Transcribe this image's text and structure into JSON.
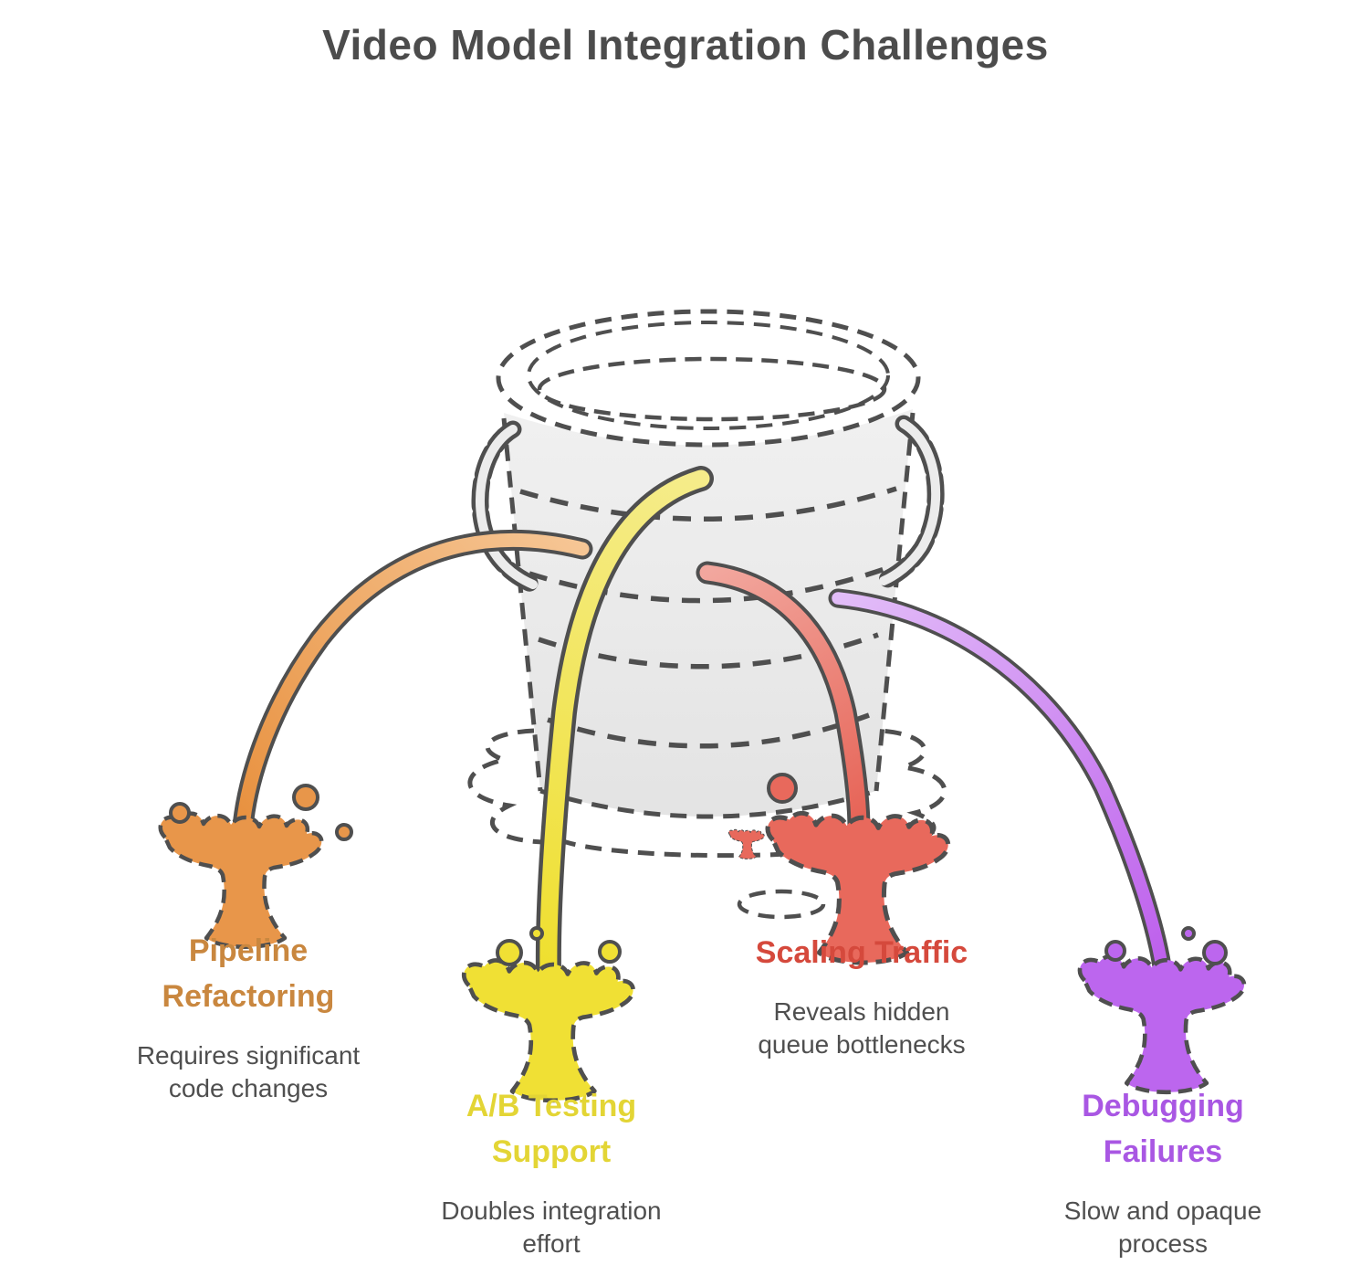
{
  "title": "Video Model Integration Challenges",
  "bucket": {
    "name": "leaky bucket",
    "body_color": "#e9e9e9",
    "water_color": "#4a79e8",
    "outline_color": "#4f4f4f"
  },
  "challenges": [
    {
      "id": "pipeline-refactoring",
      "label": "Pipeline Refactoring",
      "description": "Requires significant code changes",
      "label_color": "#c9873f",
      "stream_color": "#e8964a"
    },
    {
      "id": "ab-testing-support",
      "label": "A/B Testing Support",
      "description": "Doubles integration effort",
      "label_color": "#e3d535",
      "stream_color": "#f0e034"
    },
    {
      "id": "scaling-traffic",
      "label": "Scaling Traffic",
      "description": "Reveals hidden queue bottlenecks",
      "label_color": "#d5493c",
      "stream_color": "#e8695c"
    },
    {
      "id": "debugging-failures",
      "label": "Debugging Failures",
      "description": "Slow and opaque process",
      "label_color": "#a957e3",
      "stream_color": "#bc66ee"
    }
  ],
  "description_text_color": "#4f4f4f",
  "title_color": "#4c4c4c"
}
